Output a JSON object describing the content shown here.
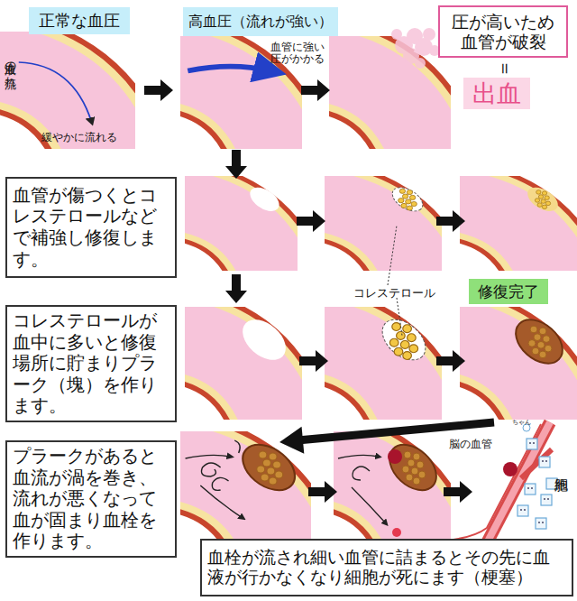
{
  "diagram": {
    "nodes": [
      {
        "text": [
          "正常な血圧"
        ]
      },
      {
        "text": [
          "高血圧（流れが強い）"
        ]
      },
      {
        "text": [
          "圧が高いため血管が破裂"
        ]
      },
      {
        "text": [
          "血管が傷つくとコレステロールなどで補強し修復します。"
        ]
      },
      {
        "text": [
          "修復完了"
        ]
      },
      {
        "text": [
          "コレステロールが血中に多いと修復場所に貯まりプラーク（塊）を作ります。"
        ]
      },
      {
        "text": [
          "プラークがあると血流が渦を巻き、流れが悪くなって血が固まり血栓を作ります。"
        ]
      },
      {
        "text": [
          "血栓が流され細い血管に詰まるとその先に血液が行かなくなり細胞が死にます（梗塞）"
        ]
      }
    ],
    "labels": [
      "血液の流れ",
      "緩やかに流れる",
      "血管に強い圧がかかる",
      "＝",
      "出血",
      "コレステロール",
      "脳の血管",
      "ちゃん",
      "細胞"
    ]
  }
}
